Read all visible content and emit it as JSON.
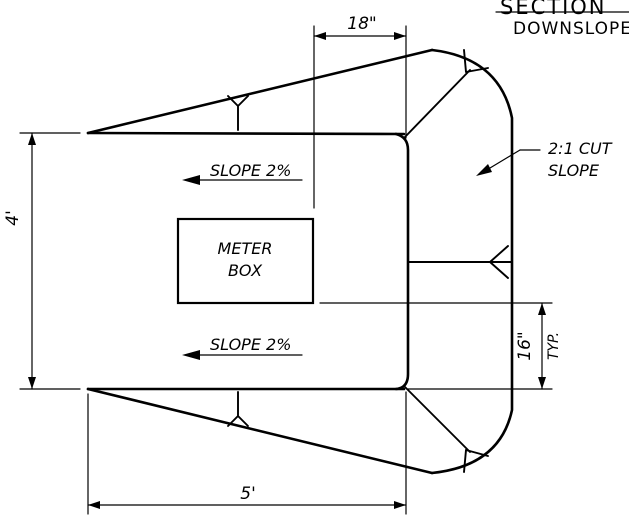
{
  "drawing": {
    "header_line1": "SECTION",
    "header_line2": "DOWNSLOPE",
    "dim_top": "18\"",
    "dim_left": "4'",
    "dim_bottom": "5'",
    "dim_right_value": "16\"",
    "dim_right_note": "TYP.",
    "slope_top": "SLOPE 2%",
    "slope_bottom": "SLOPE 2%",
    "meter_box_line1": "METER",
    "meter_box_line2": "BOX",
    "cut_slope_line1": "2:1 CUT",
    "cut_slope_line2": "SLOPE"
  }
}
